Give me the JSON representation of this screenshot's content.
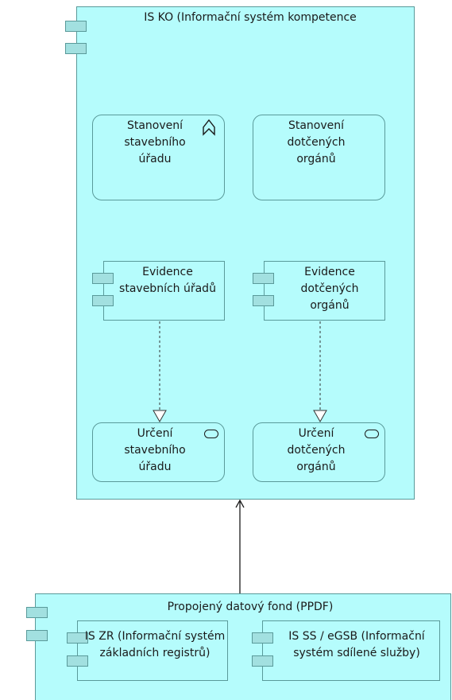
{
  "main_system": {
    "title": "IS KO (Informační systém kompetence",
    "functions": [
      {
        "label": "Stanovení\nstavebního\núřadu"
      },
      {
        "label": "Stanovení\ndotčených\norgánů"
      }
    ],
    "components": [
      {
        "label": "Evidence\nstavebních úřadů"
      },
      {
        "label": "Evidence\ndotčených\norgánů"
      }
    ],
    "services": [
      {
        "label": "Určení\nstavebního\núřadu"
      },
      {
        "label": "Určení\ndotčených\norgánů"
      }
    ]
  },
  "data_fund": {
    "title": "Propojený datový fond (PPDF)",
    "components": [
      {
        "label": "IS ZR (Informační systém\nzákladních registrů)"
      },
      {
        "label": "IS SS / eGSB  (Informační\nsystém sdílené služby)"
      }
    ]
  },
  "colors": {
    "fill": "#b5fcfc",
    "border": "#5a9a9a",
    "lug_fill": "#a2e0e0"
  }
}
